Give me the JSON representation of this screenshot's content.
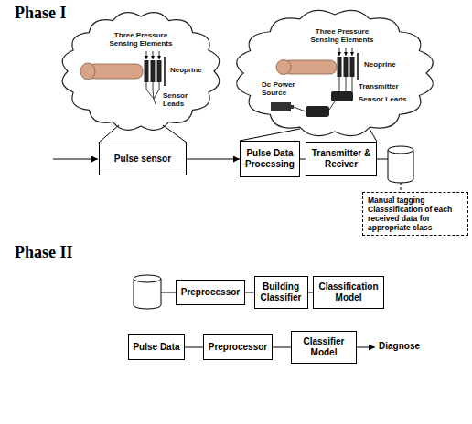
{
  "diagram": {
    "nodes": [
      {
        "text": [
          "Three Pressure Sensing Elements",
          "Neoprine",
          "Sensor Leads"
        ]
      },
      {
        "text": [
          "Three Pressure Sensing Elements",
          "Neoprine",
          "Dc Power Source",
          "Transmitter",
          "Sensor Leads"
        ]
      },
      {
        "text": [
          "Pulse sensor"
        ]
      },
      {
        "text": [
          "Pulse Data Processing"
        ]
      },
      {
        "text": [
          "Transmitter & Reciver"
        ]
      },
      {
        "text": [
          "Manual tagging Classsification of each received data for appropriate class"
        ]
      },
      {
        "text": [
          "Preprocessor"
        ]
      },
      {
        "text": [
          "Building Classifier"
        ]
      },
      {
        "text": [
          "Classification Model"
        ]
      },
      {
        "text": [
          "Pulse Data"
        ]
      },
      {
        "text": [
          "Preprocessor"
        ]
      },
      {
        "text": [
          "Classifier Model"
        ]
      }
    ],
    "edges": [
      {
        "from": 0,
        "to": 2,
        "arrow": "none"
      },
      {
        "from": 1,
        "to": 3,
        "arrow": "none"
      },
      {
        "from": 1,
        "to": 4,
        "arrow": "none"
      },
      {
        "from": 2,
        "to": 3,
        "arrow": "to"
      },
      {
        "from": 3,
        "to": 4,
        "arrow": "none"
      },
      {
        "from": 6,
        "to": 7,
        "arrow": "none"
      },
      {
        "from": 7,
        "to": 8,
        "arrow": "none"
      },
      {
        "from": 9,
        "to": 10,
        "arrow": "none"
      },
      {
        "from": 10,
        "to": 11,
        "arrow": "none"
      }
    ],
    "labels": [
      "Phase I",
      "Phase II",
      "Diagnose"
    ]
  }
}
